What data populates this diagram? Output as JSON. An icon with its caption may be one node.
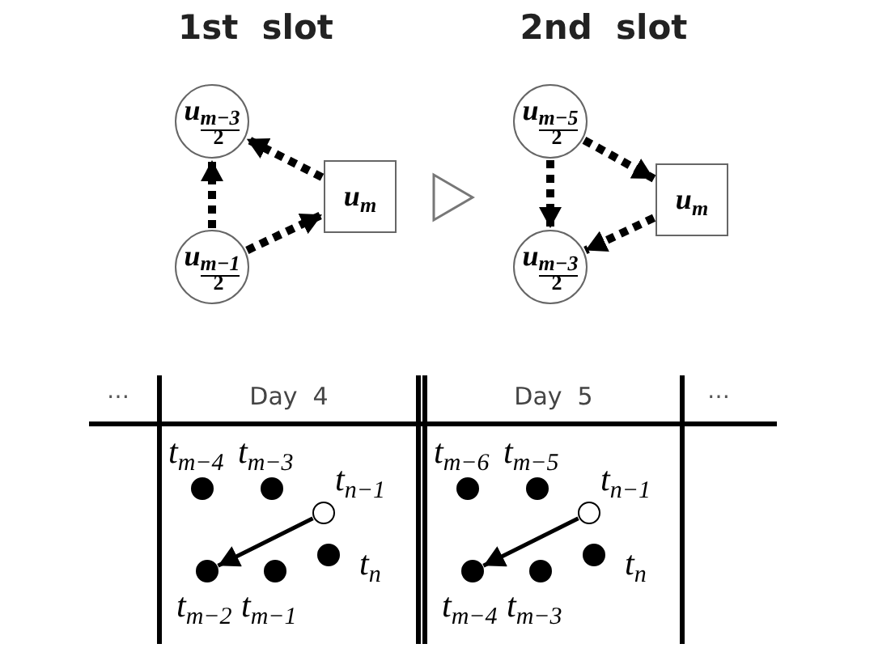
{
  "diagram": {
    "nodes": [
      {
        "text": [
          "u$_{m−3}$",
          "2"
        ]
      },
      {
        "text": [
          "u$_{m−1}$",
          "2"
        ]
      },
      {
        "text": [
          "u$_{m}$"
        ]
      },
      {
        "text": [
          "u$_{m−5}$",
          "2"
        ]
      },
      {
        "text": [
          "u$_{m}$"
        ]
      },
      {
        "text": [
          "u$_{m−3}$",
          "2"
        ]
      },
      {
        "text": [
          "Day  4"
        ]
      },
      {
        "text": [],
        "shape": "dot",
        "beside": [
          "t$_{m−4}$"
        ],
        "in": 6
      },
      {
        "text": [],
        "shape": "dot",
        "beside": [
          "t$_{m−3}$"
        ],
        "in": 6
      },
      {
        "text": [],
        "shape": "circle",
        "beside": [
          "t$_{n−1}$"
        ],
        "in": 6
      },
      {
        "text": [],
        "shape": "dot",
        "beside": [
          "t$_{n}$"
        ],
        "in": 6
      },
      {
        "text": [],
        "shape": "dot",
        "beside": [
          "t$_{m−2}$"
        ],
        "in": 6
      },
      {
        "text": [],
        "shape": "dot",
        "beside": [
          "t$_{m−1}$"
        ],
        "in": 6
      },
      {
        "text": [
          "Day  5"
        ]
      },
      {
        "text": [],
        "shape": "dot",
        "beside": [
          "t$_{m−6}$"
        ],
        "in": 13
      },
      {
        "text": [],
        "shape": "dot",
        "beside": [
          "t$_{m−5}$"
        ],
        "in": 13
      },
      {
        "text": [],
        "shape": "circle",
        "beside": [
          "t$_{n−1}$"
        ],
        "in": 13
      },
      {
        "text": [],
        "shape": "dot",
        "beside": [
          "t$_{n}$"
        ],
        "in": 13
      },
      {
        "text": [],
        "shape": "dot",
        "beside": [
          "t$_{m−4}$"
        ],
        "in": 13
      },
      {
        "text": [],
        "shape": "dot",
        "beside": [
          "t$_{m−3}$"
        ],
        "in": 13
      }
    ],
    "edges": [
      {
        "from": 1,
        "to": 0,
        "arrow": "to",
        "style": "dashed"
      },
      {
        "from": 2,
        "to": 0,
        "arrow": "to",
        "style": "dashed"
      },
      {
        "from": 1,
        "to": 2,
        "arrow": "to",
        "style": "dashed"
      },
      {
        "from": 3,
        "to": 5,
        "arrow": "to",
        "style": "dashed"
      },
      {
        "from": 3,
        "to": 4,
        "arrow": "to",
        "style": "dashed"
      },
      {
        "from": 4,
        "to": 5,
        "arrow": "to",
        "style": "dashed"
      },
      {
        "from": 9,
        "to": 11,
        "arrow": "to"
      },
      {
        "from": 16,
        "to": 18,
        "arrow": "to"
      }
    ],
    "labels": [
      "1st  slot",
      "2nd  slot",
      "…",
      "…"
    ]
  }
}
